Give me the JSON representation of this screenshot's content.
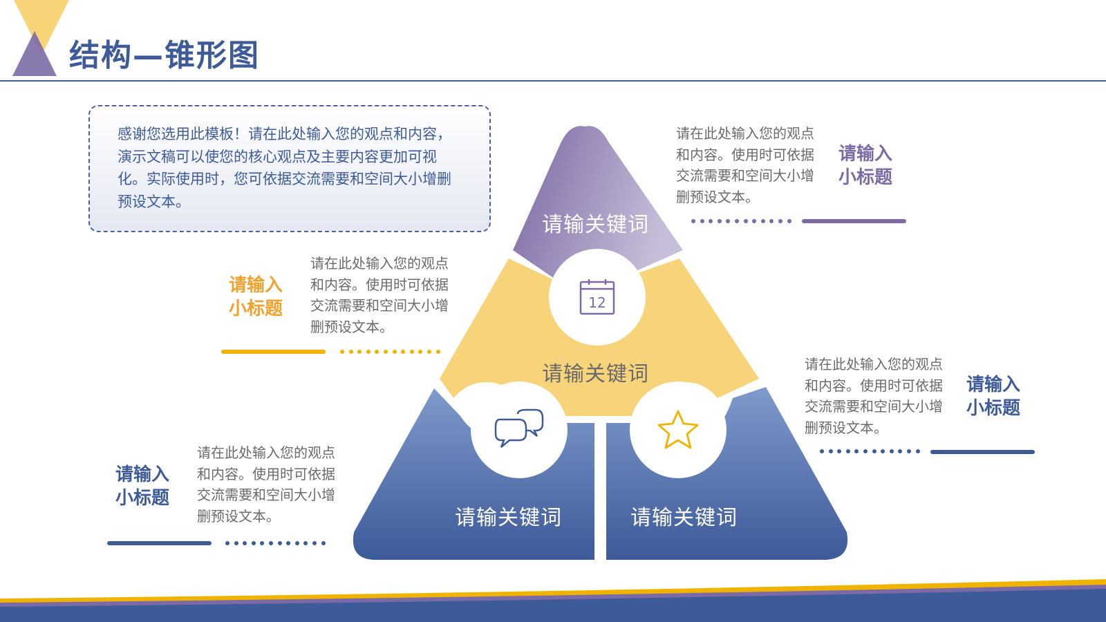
{
  "header": {
    "title": "结构—锥形图"
  },
  "intro": {
    "text": "感谢您选用此模板！请在此处输入您的观点和内容，演示文稿可以使您的核心观点及主要内容更加可视化。实际使用时，您可依据交流需要和空间大小增删预设文本。"
  },
  "pyramid": {
    "top_label": "请输关键词",
    "middle_label": "请输关键词",
    "bottom_left_label": "请输关键词",
    "bottom_right_label": "请输关键词",
    "calendar_number": "12"
  },
  "callouts": {
    "top_right": {
      "subtitle": "请输入小标题",
      "text": "请在此处输入您的观点和内容。使用时可依据交流需要和空间大小增删预设文本。",
      "color": "#7b6aa6"
    },
    "middle_left": {
      "subtitle": "请输入小标题",
      "text": "请在此处输入您的观点和内容。使用时可依据交流需要和空间大小增删预设文本。",
      "color": "#f0a32c"
    },
    "right": {
      "subtitle": "请输入小标题",
      "text": "请在此处输入您的观点和内容。使用时可依据交流需要和空间大小增删预设文本。",
      "color": "#3d5a99"
    },
    "bottom_left": {
      "subtitle": "请输入小标题",
      "text": "请在此处输入您的观点和内容。使用时可依据交流需要和空间大小增删预设文本。",
      "color": "#3d5a99"
    }
  },
  "icons": [
    "calendar-icon",
    "chat-bubbles-icon",
    "star-icon"
  ],
  "colors": {
    "navy": "#3d5a99",
    "purple": "#7b6aa6",
    "yellow": "#f7d37a",
    "orange": "#f0a32c",
    "gray_text": "#6a6a6a"
  }
}
